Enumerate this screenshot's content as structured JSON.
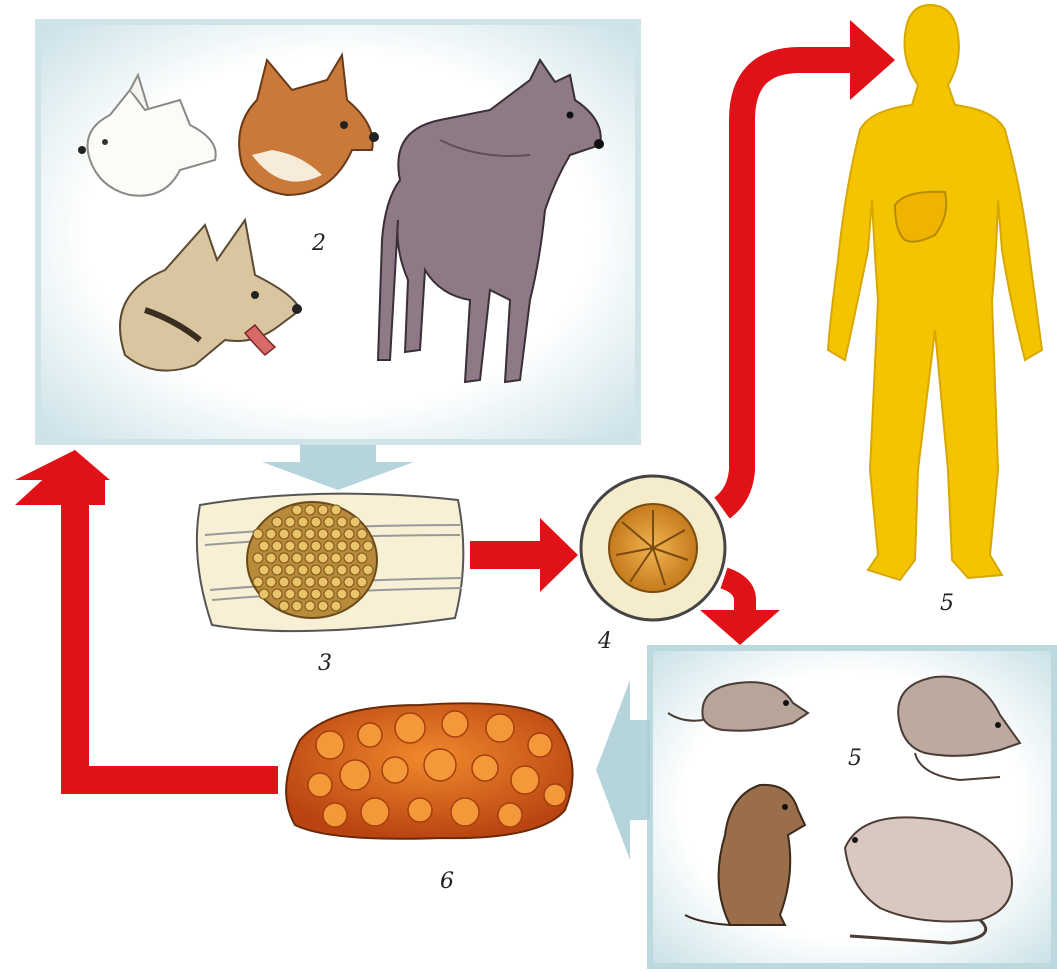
{
  "labels": {
    "hosts_definitive": "2",
    "proglottid": "3",
    "egg": "4",
    "intermediate_human": "5",
    "intermediate_rodents": "5",
    "cyst": "6"
  },
  "colors": {
    "arrow_red": "#e01218",
    "arrow_pale": "#a9ccd6",
    "panel_fill": "#eef6f8",
    "panel_edge": "#bcd9e0",
    "human": "#f5c400",
    "liver": "#f0b300",
    "cyst": "#d8571a",
    "cyst_bubble": "#f08a2c",
    "proglottid": "#f7f0d4",
    "egg_shell": "#f4eccb"
  },
  "icons": {
    "arctic_fox": "arctic-fox-head-icon",
    "red_fox": "red-fox-head-icon",
    "dog": "dog-head-icon",
    "wolf": "wolf-icon",
    "human": "human-silhouette-icon",
    "rodent": "rodent-icon"
  }
}
